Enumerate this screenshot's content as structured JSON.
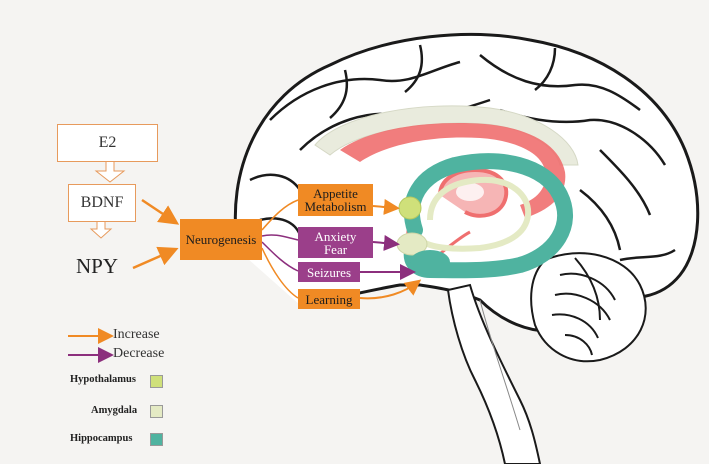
{
  "inputs": {
    "e2": "E2",
    "bdnf": "BDNF",
    "npy": "NPY"
  },
  "hub": {
    "neurogenesis": "Neurogenesis"
  },
  "effects": {
    "appetite_line1": "Appetite",
    "appetite_line2": "Metabolism",
    "anxiety_line1": "Anxiety",
    "anxiety_line2": "Fear",
    "seizures": "Seizures",
    "learning": "Learning"
  },
  "legend": {
    "increase": "Increase",
    "decrease": "Decrease",
    "hypothalamus": "Hypothalamus",
    "amygdala": "Amygdala",
    "hippocampus": "Hippocampus"
  },
  "colors": {
    "increase": "#f08a24",
    "decrease": "#8c2f7d",
    "hypothalamus": "#cfe07a",
    "amygdala": "#e4eac4",
    "hippocampus": "#4fb3a0",
    "cingulate": "#ef6f6f"
  }
}
